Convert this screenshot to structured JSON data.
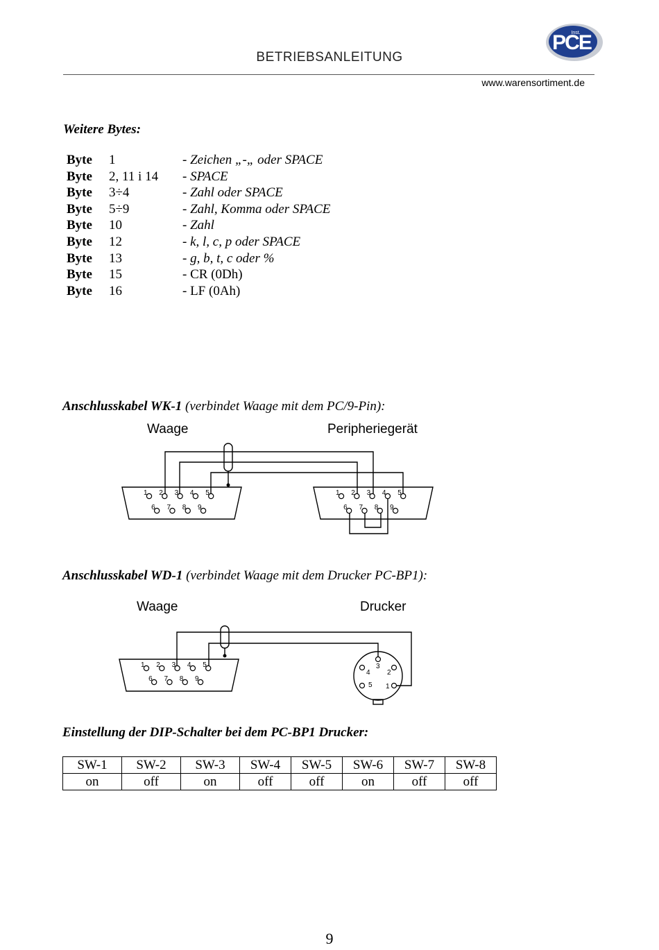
{
  "header": {
    "title": "BETRIEBSANLEITUNG",
    "url": "www.warensortiment.de",
    "logo_text": "PCE",
    "logo_sub": "Inst."
  },
  "bytes_section": {
    "title": "Weitere Bytes:",
    "rows": [
      {
        "label": "Byte",
        "num": "1",
        "dash": "- ",
        "desc": "Zeichen „-„ oder SPACE",
        "italic": true
      },
      {
        "label": "Byte",
        "num": "2, 11 i 14",
        "dash": "- ",
        "desc": "SPACE",
        "italic": true
      },
      {
        "label": "Byte",
        "num": "3÷4",
        "dash": "- ",
        "desc": "Zahl oder SPACE",
        "italic": true
      },
      {
        "label": "Byte",
        "num": "5÷9",
        "dash": "- ",
        "desc": "Zahl, Komma oder SPACE",
        "italic": true
      },
      {
        "label": "Byte",
        "num": "10",
        "dash": "- ",
        "desc": "Zahl",
        "italic": true
      },
      {
        "label": "Byte",
        "num": "12",
        "dash": "- ",
        "desc": "k, l, c, p oder SPACE",
        "italic": true
      },
      {
        "label": "Byte",
        "num": "13",
        "dash": "- ",
        "desc": "g, b, t, c oder %",
        "italic": true
      },
      {
        "label": "Byte",
        "num": "15",
        "dash": "- ",
        "desc": "CR (0Dh)",
        "italic": false
      },
      {
        "label": "Byte",
        "num": "16",
        "dash": "- ",
        "desc": "LF (0Ah)",
        "italic": false
      }
    ]
  },
  "wk1": {
    "title_bold": "Anschlusskabel  WK-1",
    "title_rest": " (verbindet Waage mit dem PC/9-Pin):",
    "left_label": "Waage",
    "right_label": "Peripheriegerät"
  },
  "wd1": {
    "title_bold": "Anschlusskabel WD-1",
    "title_rest": " (verbindet Waage mit dem Drucker PC-BP1):",
    "left_label": "Waage",
    "right_label": "Drucker"
  },
  "pins": {
    "d9_top": [
      "1",
      "2",
      "3",
      "4",
      "5"
    ],
    "d9_bottom": [
      "6",
      "7",
      "8",
      "9"
    ],
    "din": [
      "1",
      "2",
      "3",
      "4",
      "5"
    ]
  },
  "dip": {
    "title": "Einstellung der DIP-Schalter bei dem PC-BP1 Drucker:",
    "headers": [
      "SW-1",
      "SW-2",
      "SW-3",
      "SW-4",
      "SW-5",
      "SW-6",
      "SW-7",
      "SW-8"
    ],
    "values": [
      "on",
      "off",
      "on",
      "off",
      "off",
      "on",
      "off",
      "off"
    ]
  },
  "page_number": "9"
}
